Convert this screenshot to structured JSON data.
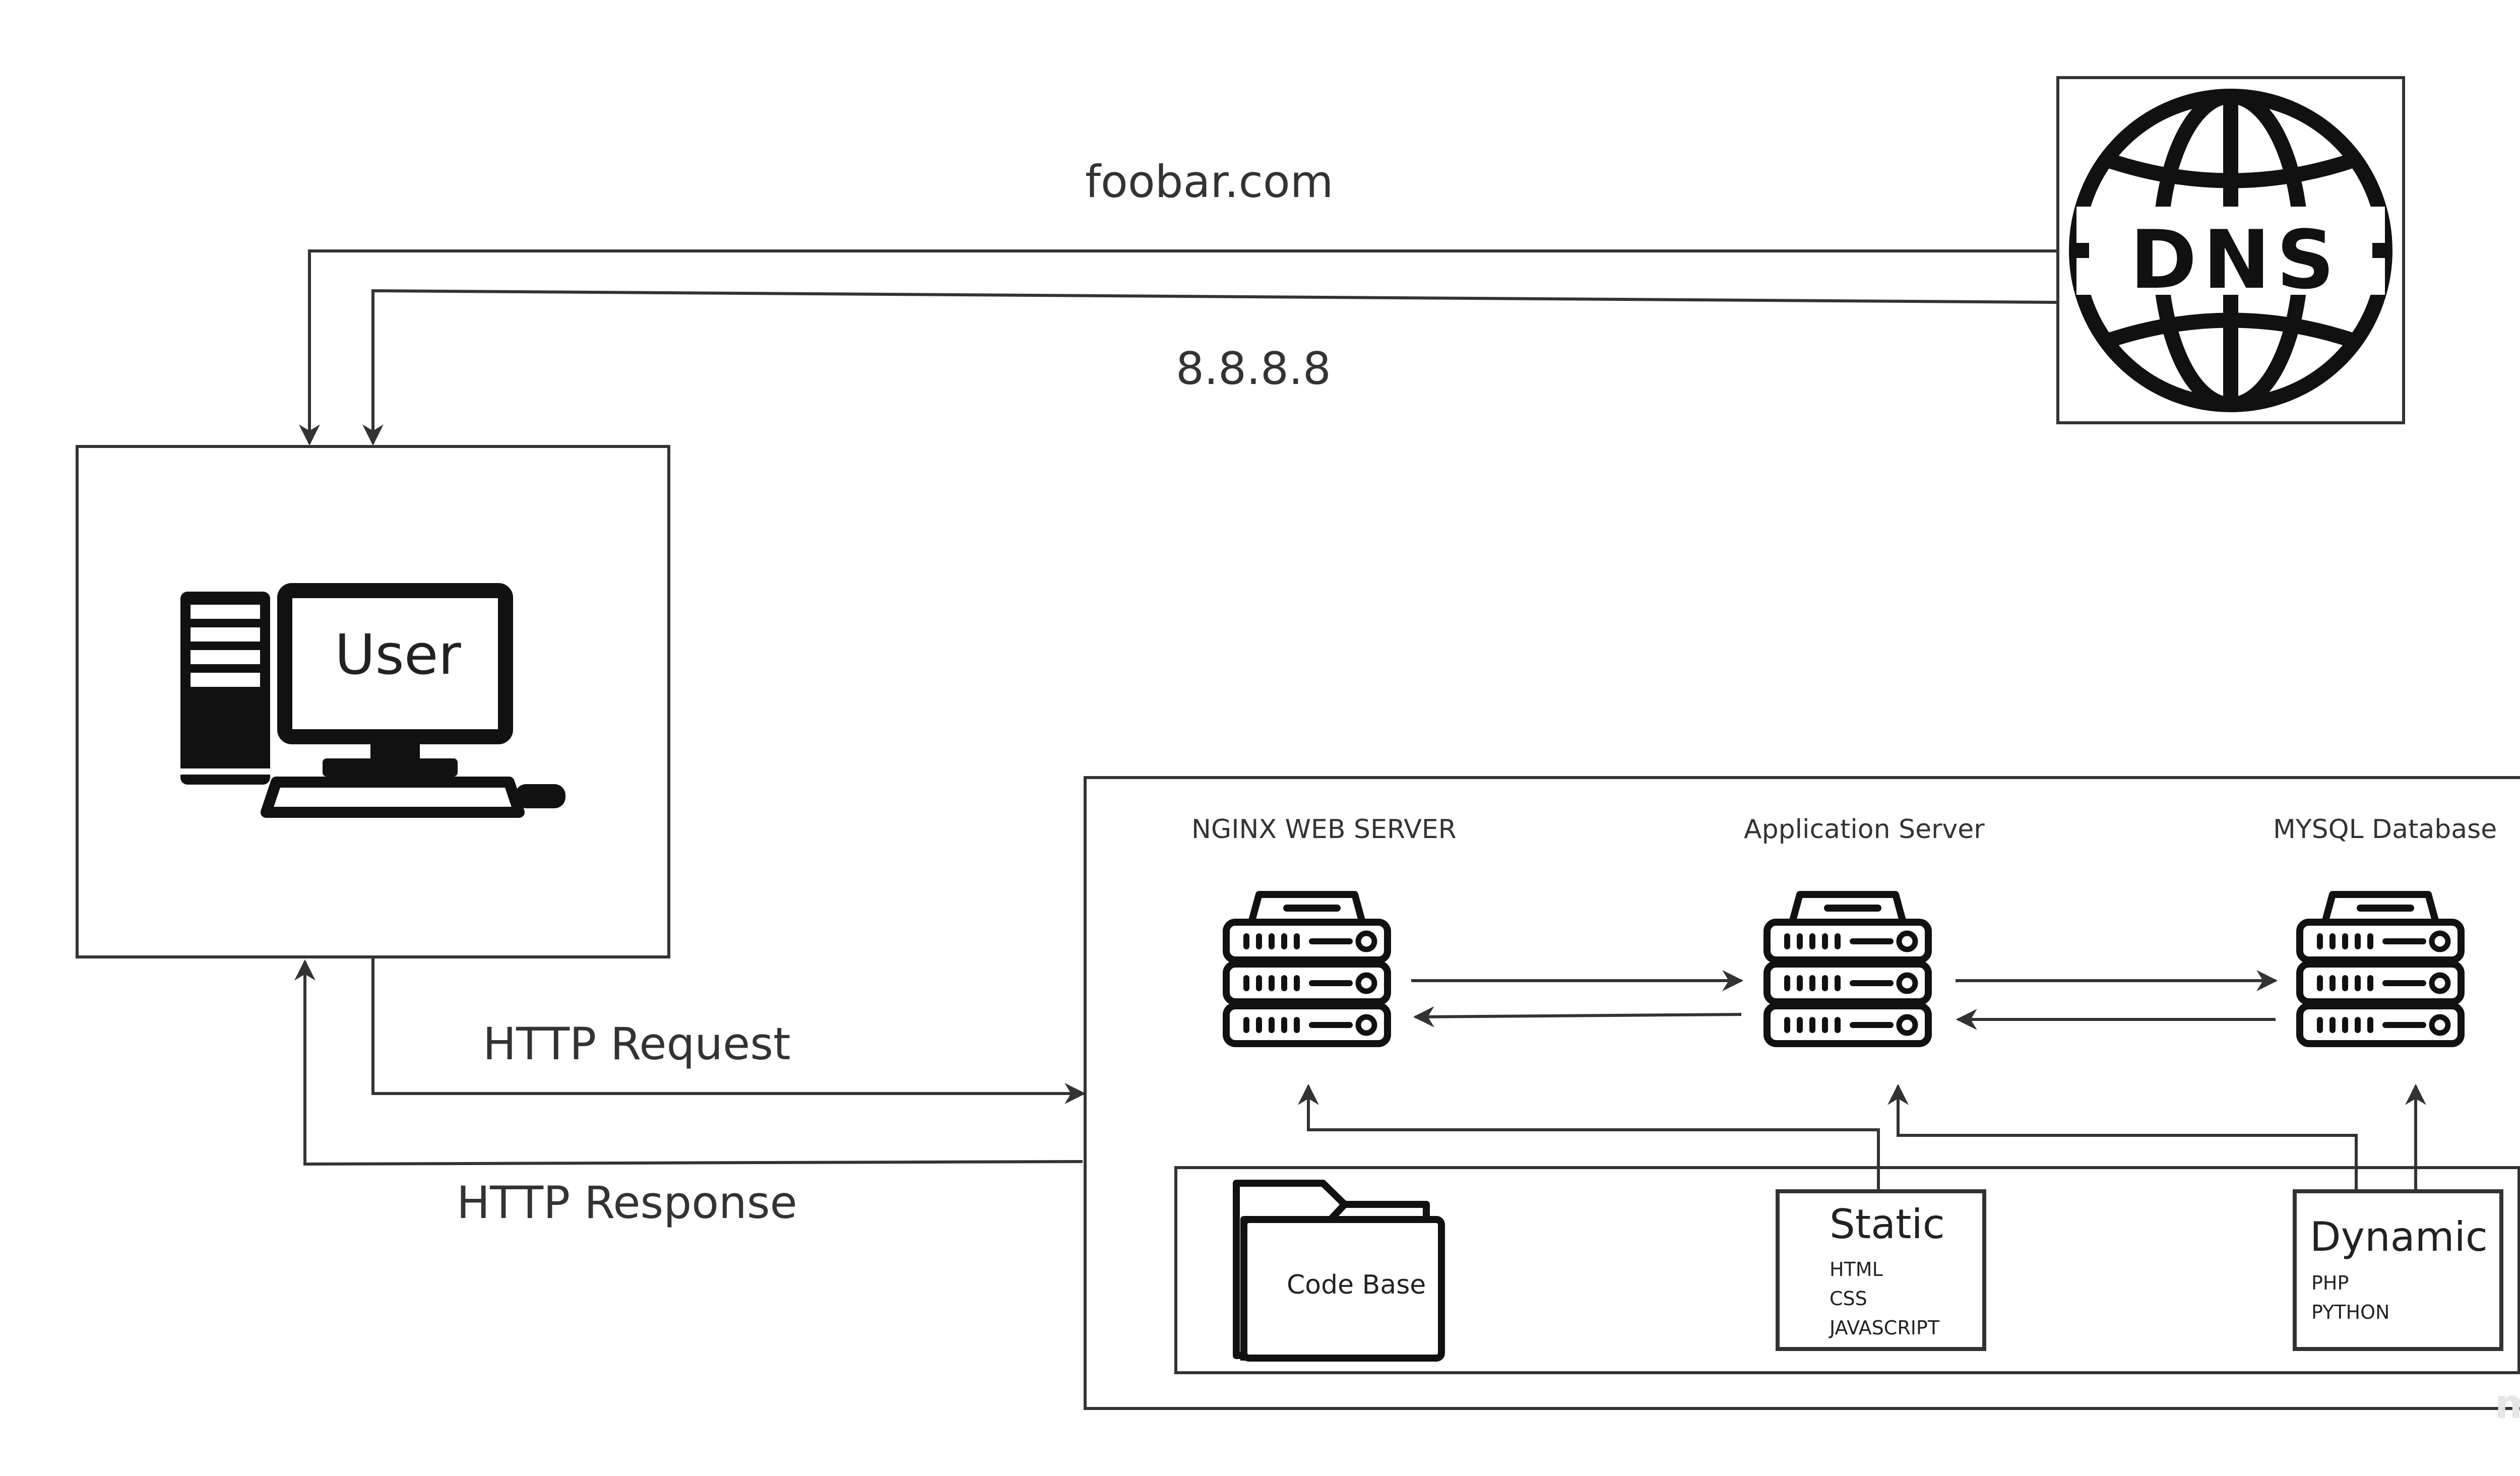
{
  "dns": {
    "label": "DNS"
  },
  "edges": {
    "dns_query": "foobar.com",
    "dns_reply": "8.8.8.8",
    "http_request": "HTTP Request",
    "http_response": "HTTP Response"
  },
  "user": {
    "label": "User"
  },
  "servers": {
    "web": "NGINX WEB SERVER",
    "app": "Application Server",
    "db": "MYSQL Database"
  },
  "codebase": {
    "folder_label": "Code Base",
    "static": {
      "title": "Static",
      "items": [
        "HTML",
        "CSS",
        "JAVASCRIPT"
      ]
    },
    "dynamic": {
      "title": "Dynamic",
      "items": [
        "PHP",
        "PYTHON"
      ]
    }
  },
  "watermark": "miro"
}
